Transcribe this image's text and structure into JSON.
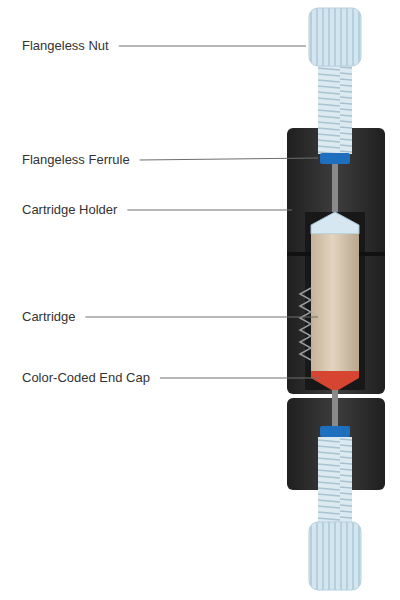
{
  "diagram": {
    "labels": [
      "Flangeless Nut",
      "Flangeless Ferrule",
      "Cartridge Holder",
      "Cartridge",
      "Color-Coded End Cap"
    ]
  }
}
